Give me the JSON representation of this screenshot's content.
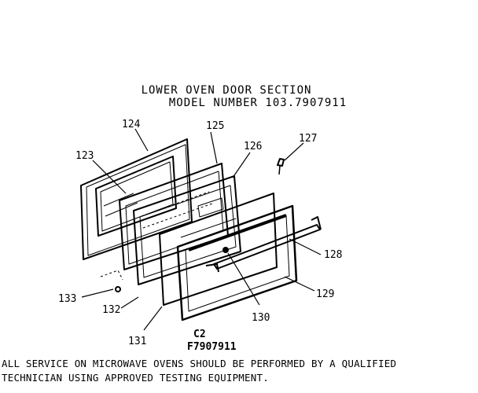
{
  "header": {
    "title_line1": "LOWER OVEN DOOR SECTION",
    "title_line2": "MODEL NUMBER 103.7907911"
  },
  "callouts": [
    "123",
    "124",
    "125",
    "126",
    "127",
    "128",
    "129",
    "130",
    "131",
    "132",
    "133"
  ],
  "reference": {
    "code_line1": "C2",
    "code_line2": "F7907911"
  },
  "notice": {
    "line1": "ALL SERVICE ON MICROWAVE OVENS SHOULD BE PERFORMED BY A QUALIFIED",
    "line2": "TECHNICIAN USING APPROVED TESTING EQUIPMENT."
  }
}
